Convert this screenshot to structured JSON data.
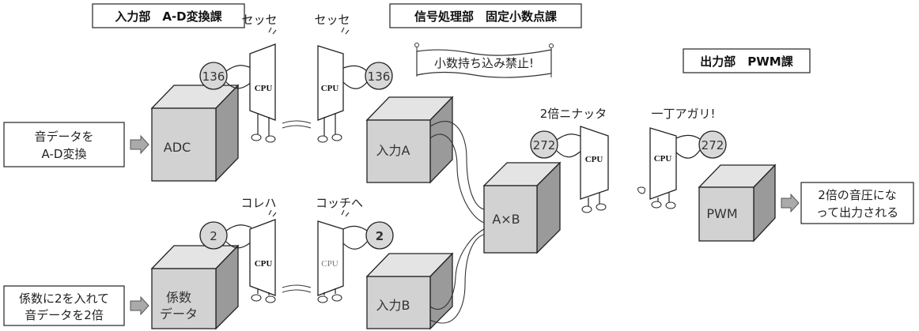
{
  "headers": {
    "input": "入力部　A-D変換課",
    "signal": "信号処理部　固定小数点課",
    "output": "出力部　PWM課"
  },
  "banner": "小数持ち込み禁止!",
  "inputs": {
    "sound": [
      "音データを",
      "A-D変換"
    ],
    "coef": [
      "係数に2を入れて",
      "音データを2倍"
    ]
  },
  "output_box": [
    "2倍の音圧にな",
    "って出力される"
  ],
  "blocks": {
    "adc": "ADC",
    "coef": [
      "係数",
      "データ"
    ],
    "inA": "入力A",
    "inB": "入力B",
    "mul": "A×B",
    "pwm": "PWM"
  },
  "speech": {
    "s1": "セッセ",
    "s2": "セッセ",
    "s3": "コレハ",
    "s4": "コッチへ",
    "s5": "2倍ニナッタ",
    "s6": "一丁アガリ!"
  },
  "balls": {
    "top_left": "136",
    "top_right": "136",
    "bottom_left": "2",
    "bottom_right": "2",
    "out_left": "272",
    "out_right": "272"
  },
  "cpu_label": "CPU"
}
